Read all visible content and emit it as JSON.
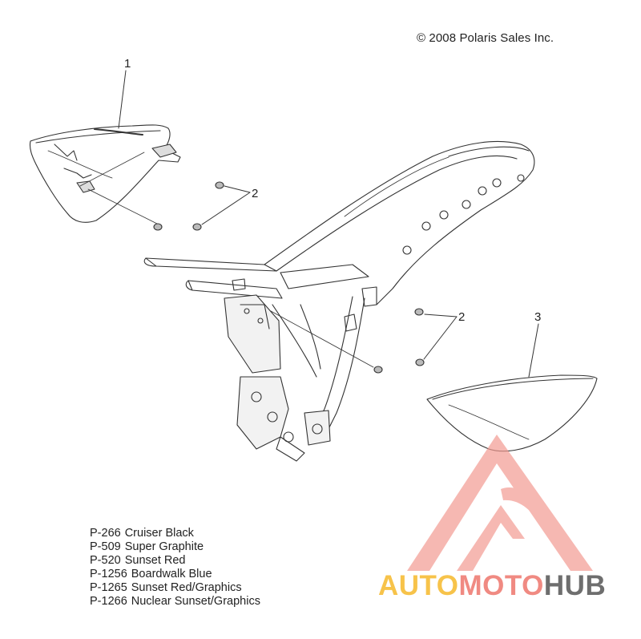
{
  "copyright": "© 2008 Polaris Sales Inc.",
  "callouts": {
    "one": "1",
    "two_upper": "2",
    "two_lower": "2",
    "three": "3"
  },
  "color_codes": [
    {
      "code": "P-266",
      "name": "Cruiser Black"
    },
    {
      "code": "P-509",
      "name": "Super Graphite"
    },
    {
      "code": "P-520",
      "name": "Sunset Red"
    },
    {
      "code": "P-1256",
      "name": "Boardwalk Blue"
    },
    {
      "code": "P-1265",
      "name": "Sunset Red/Graphics"
    },
    {
      "code": "P-1266",
      "name": "Nuclear Sunset/Graphics"
    }
  ],
  "watermark": {
    "part_auto": "AUTO",
    "part_moto": "MOTO",
    "part_hub": "HUB",
    "colors": {
      "auto": "#f7c34a",
      "moto": "#f08a82",
      "hub": "#6e6e6e",
      "logo": "#f39b92"
    }
  }
}
